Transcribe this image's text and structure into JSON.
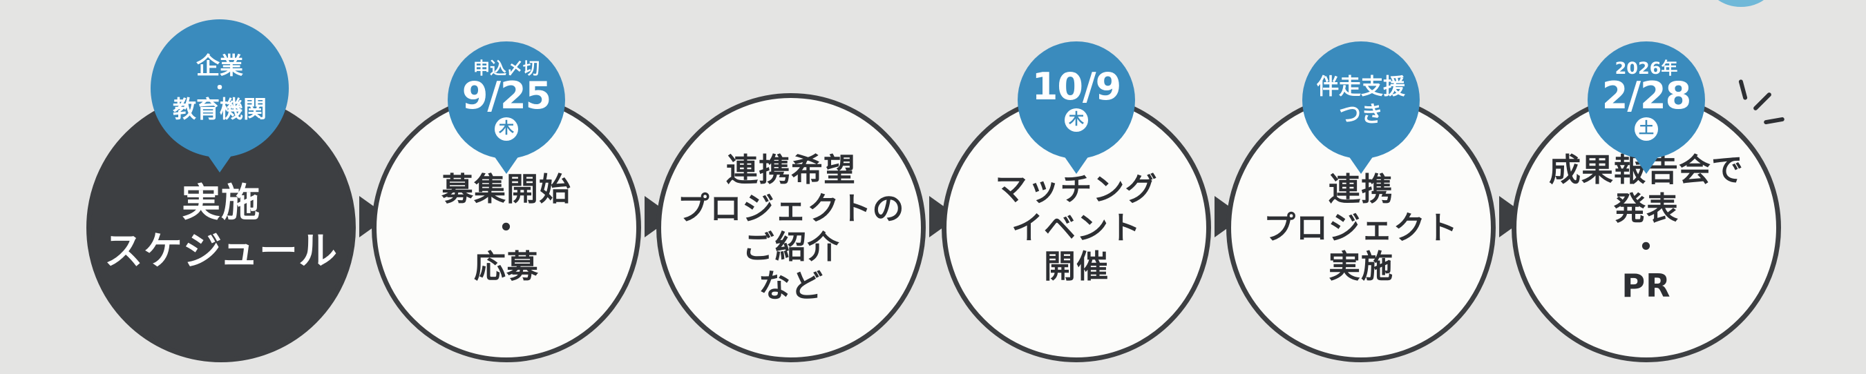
{
  "steps": [
    {
      "label": "実施\nスケジュール",
      "bubble": {
        "type": "text",
        "lines": [
          "企業",
          "・",
          "教育機関"
        ]
      }
    },
    {
      "label": "募集開始\n・\n応募",
      "bubble": {
        "type": "date",
        "top": "申込〆切",
        "date": "9/25",
        "day": "木"
      }
    },
    {
      "label": "連携希望\nプロジェクトの\nご紹介\nなど",
      "bubble": null
    },
    {
      "label": "マッチング\nイベント\n開催",
      "bubble": {
        "type": "date",
        "top": "",
        "date": "10/9",
        "day": "木"
      }
    },
    {
      "label": "連携\nプロジェクト\n実施",
      "bubble": {
        "type": "text2",
        "text": "伴走支援\nつき"
      }
    },
    {
      "label": "成果報告会で\n発表\n・\nPR",
      "bubble": {
        "type": "date",
        "top": "2026年",
        "date": "2/28",
        "day": "土"
      }
    }
  ],
  "colors": {
    "dark": "#3d3f42",
    "blue": "#3a8bbd",
    "light_blue": "#6fb8d8",
    "bg": "#e4e4e3"
  }
}
